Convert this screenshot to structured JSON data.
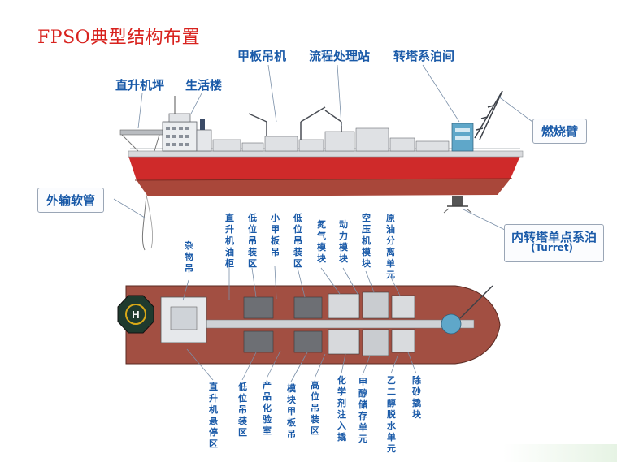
{
  "title": "FPSO典型结构布置",
  "labels": {
    "helideck": "直升机坪",
    "living_quarters": "生活楼",
    "deck_crane": "甲板吊机",
    "process_station": "流程处理站",
    "turret_room": "转塔系泊间",
    "flare_boom": "燃烧臂",
    "export_hose": "外输软管",
    "internal_turret": "内转塔单点系泊",
    "turret_en": "(Turret)"
  },
  "vertical_labels": [
    {
      "id": "heli-fuel-tank",
      "text": "直升机油柜"
    },
    {
      "id": "low-lift-zone-1",
      "text": "低位吊装区"
    },
    {
      "id": "small-deck-crane",
      "text": "小甲板吊"
    },
    {
      "id": "low-lift-zone-2",
      "text": "低位吊装区"
    },
    {
      "id": "nitrogen-module",
      "text": "氮气模块"
    },
    {
      "id": "power-module",
      "text": "动力模块"
    },
    {
      "id": "air-compressor-module",
      "text": "空压机模块"
    },
    {
      "id": "crude-separation-unit",
      "text": "原油分离单元"
    },
    {
      "id": "misc-crane",
      "text": "杂物吊"
    },
    {
      "id": "heli-parking-zone",
      "text": "直升机悬停区"
    },
    {
      "id": "low-lift-zone-3",
      "text": "低位吊装区"
    },
    {
      "id": "product-lab",
      "text": "产品化验室"
    },
    {
      "id": "module-deck-crane",
      "text": "模块甲板吊"
    },
    {
      "id": "high-lift-zone",
      "text": "高位吊装区"
    },
    {
      "id": "chemical-injection",
      "text": "化学剂注入撬"
    },
    {
      "id": "methanol-storage-unit",
      "text": "甲醇储存单元"
    },
    {
      "id": "glycol-dehydration-unit",
      "text": "乙二醇脱水单元"
    },
    {
      "id": "desander-skid",
      "text": "除砂撬块"
    }
  ],
  "colors": {
    "title": "#d8221e",
    "label": "#1a5aa8",
    "hull_red": "#c9262a",
    "hull_brown": "#a8483a",
    "deck_grey": "#c6c8cc",
    "leader": "#7a8fa8"
  }
}
